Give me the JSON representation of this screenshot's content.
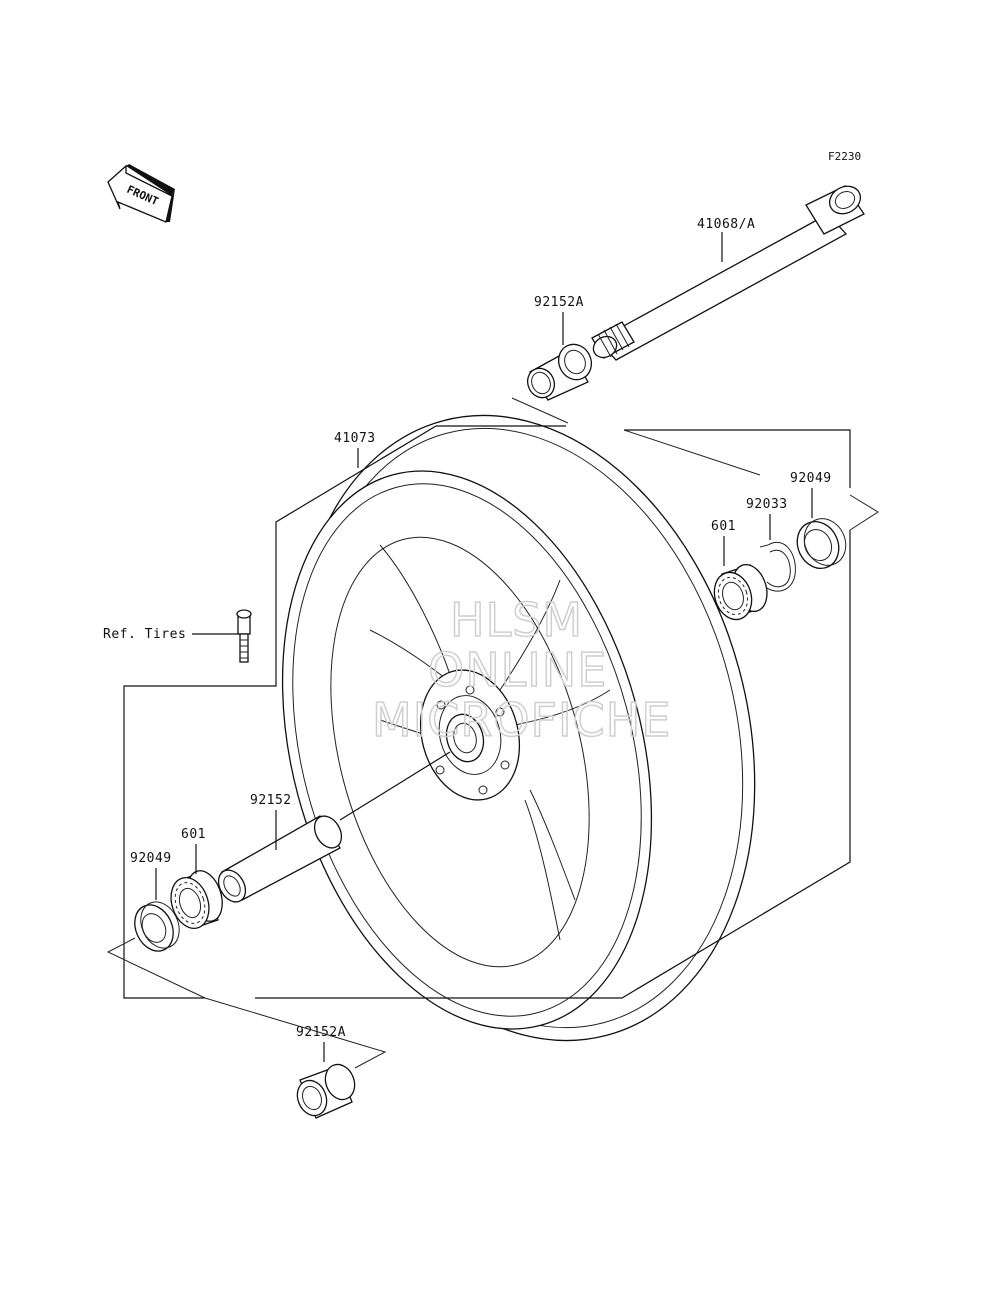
{
  "diagram_code": "F2230",
  "front_label": "FRONT",
  "watermark": [
    "HLSM",
    "ONLINE",
    "MICROFICHE"
  ],
  "callouts": {
    "axle": "41068/A",
    "collar_top": "92152A",
    "wheel": "41073",
    "seal_right": "92049",
    "circlip": "92033",
    "bearing_right": "601",
    "valve": "Ref. Tires",
    "spacer": "92152",
    "bearing_left": "601",
    "seal_left": "92049",
    "collar_bottom": "92152A"
  }
}
